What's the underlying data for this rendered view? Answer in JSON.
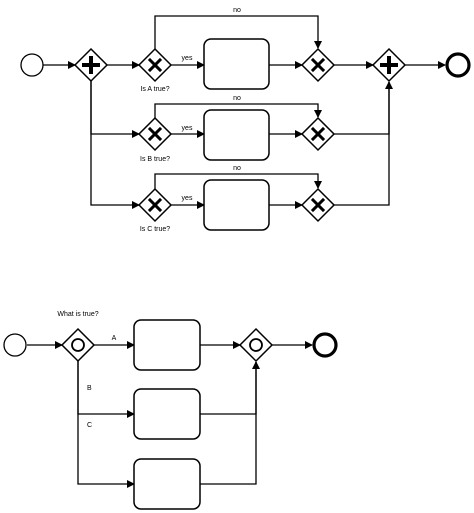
{
  "diagram_top": {
    "branch_a": {
      "condition": "Is A true?",
      "yes_label": "yes",
      "no_label": "no"
    },
    "branch_b": {
      "condition": "Is B true?",
      "yes_label": "yes",
      "no_label": "no"
    },
    "branch_c": {
      "condition": "Is C true?",
      "yes_label": "yes",
      "no_label": "no"
    }
  },
  "diagram_bottom": {
    "question": "What is true?",
    "option_a": "A",
    "option_b": "B",
    "option_c": "C"
  }
}
